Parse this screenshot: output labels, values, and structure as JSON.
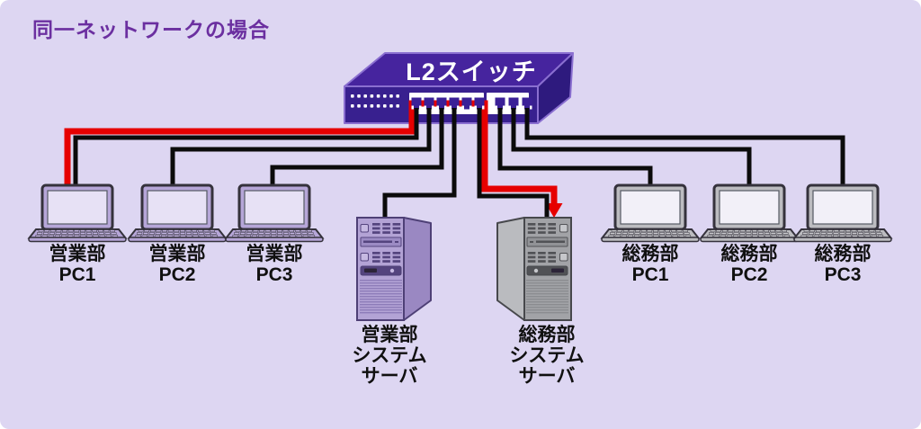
{
  "title": "同一ネットワークの場合",
  "switch": {
    "label": "L2スイッチ",
    "led_rows": 2,
    "leds_per_row": 8,
    "ports_left_group": 6,
    "ports_right_group": 3
  },
  "devices": [
    {
      "id": "eigyo-pc1",
      "kind": "laptop",
      "scheme": "purple",
      "label_lines": [
        "営業部",
        "PC1"
      ]
    },
    {
      "id": "eigyo-pc2",
      "kind": "laptop",
      "scheme": "purple",
      "label_lines": [
        "営業部",
        "PC2"
      ]
    },
    {
      "id": "eigyo-pc3",
      "kind": "laptop",
      "scheme": "purple",
      "label_lines": [
        "営業部",
        "PC3"
      ]
    },
    {
      "id": "eigyo-server",
      "kind": "server",
      "scheme": "purple",
      "label_lines": [
        "営業部",
        "システム",
        "サーバ"
      ]
    },
    {
      "id": "somu-server",
      "kind": "server",
      "scheme": "gray",
      "label_lines": [
        "総務部",
        "システム",
        "サーバ"
      ]
    },
    {
      "id": "somu-pc1",
      "kind": "laptop",
      "scheme": "gray",
      "label_lines": [
        "総務部",
        "PC1"
      ]
    },
    {
      "id": "somu-pc2",
      "kind": "laptop",
      "scheme": "gray",
      "label_lines": [
        "総務部",
        "PC2"
      ]
    },
    {
      "id": "somu-pc3",
      "kind": "laptop",
      "scheme": "gray",
      "label_lines": [
        "総務部",
        "PC3"
      ]
    }
  ],
  "highlight_flow": {
    "from": "営業部PC1",
    "to": "総務部システムサーバ",
    "color": "#e60000"
  },
  "palette": {
    "background": "#ddd6f2",
    "title_text": "#6b2fa0",
    "switch_top": "#46249e",
    "switch_front": "#38208f",
    "switch_side": "#2e1a7e",
    "switch_edge": "#8a6fd0",
    "port_inner": "#3b2097",
    "led_dot": "#ffffff",
    "cable": "#0b0b0b",
    "highlight": "#e60000",
    "laptop_purple": "#b6a6d8",
    "laptop_gray": "#bcbcc0",
    "server_purple_front": "#b3a3d5",
    "server_gray_front": "#a2a3a7",
    "label_text": "#101010"
  }
}
